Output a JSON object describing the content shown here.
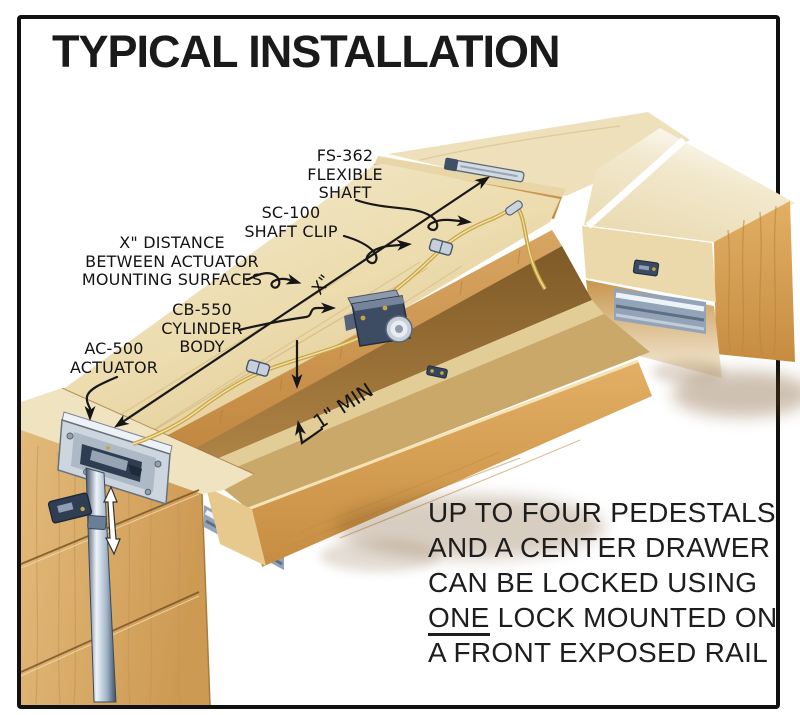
{
  "title": "TYPICAL INSTALLATION",
  "callouts": {
    "fs362": {
      "lines": [
        "FS-362",
        "FLEXIBLE",
        "SHAFT"
      ]
    },
    "sc100": {
      "lines": [
        "SC-100",
        "SHAFT CLIP"
      ]
    },
    "xdist": {
      "lines": [
        "X\" DISTANCE",
        "BETWEEN ACTUATOR",
        "MOUNTING SURFACES"
      ]
    },
    "cb550": {
      "lines": [
        "CB-550",
        "CYLINDER",
        "BODY"
      ]
    },
    "ac500": {
      "lines": [
        "AC-500",
        "ACTUATOR"
      ]
    }
  },
  "measurements": {
    "x_dim": "X\"",
    "min_clearance": "1\" MIN"
  },
  "note": {
    "line1": "UP TO FOUR PEDESTALS",
    "line2": "AND A CENTER DRAWER",
    "line3": "CAN BE LOCKED USING",
    "line4_underlined": "ONE",
    "line4_rest": " LOCK MOUNTED ON",
    "line5": "A FRONT EXPOSED RAIL"
  },
  "colors": {
    "ink": "#1a1a1a",
    "frame": "#111111",
    "background": "#ffffff",
    "wood_light": "#efe3c2",
    "wood_panel": "#e8d6a6",
    "wood_rail": "#c89350",
    "wood_front": "#dcaa60",
    "wood_shadow": "#8f6832",
    "metal_light": "#d5dbe3",
    "metal_dark": "#2f3e53",
    "shaft_gold": "#c9a544"
  }
}
